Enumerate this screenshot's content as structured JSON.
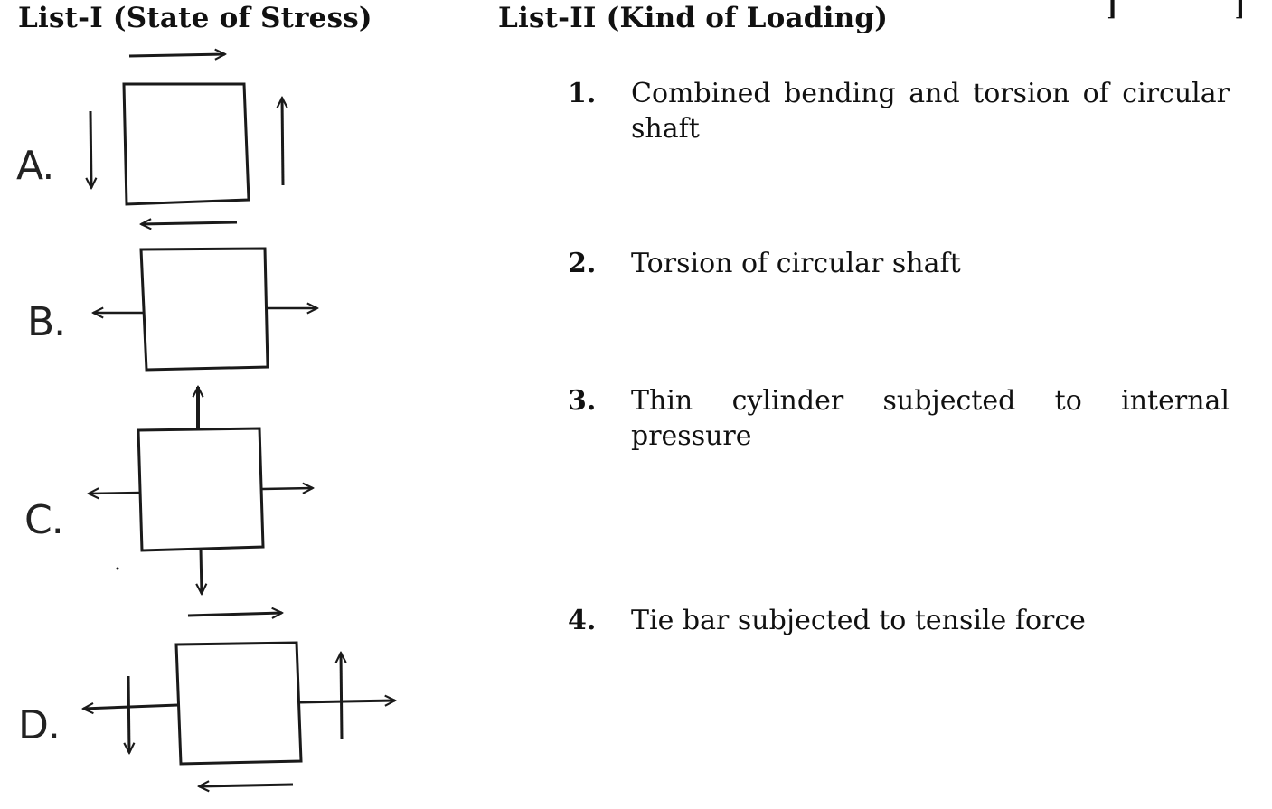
{
  "list1": {
    "heading": "List-I (State of Stress)",
    "rows": [
      {
        "label": "A.",
        "state": "pure-shear"
      },
      {
        "label": "B.",
        "state": "uniaxial-tension"
      },
      {
        "label": "C.",
        "state": "biaxial-tension"
      },
      {
        "label": "D.",
        "state": "tension-with-shear"
      }
    ]
  },
  "list2": {
    "heading": "List-II (Kind of Loading)",
    "items": [
      {
        "num": "1.",
        "text": "Combined bending and torsion of circular shaft"
      },
      {
        "num": "2.",
        "text": "Torsion of circular shaft"
      },
      {
        "num": "3.",
        "text": "Thin cylinder subjected to internal pressure"
      },
      {
        "num": "4.",
        "text": "Tie bar subjected to tensile force"
      }
    ]
  },
  "colors": {
    "text": "#111111",
    "ink": "#1a1a1a",
    "background": "#ffffff"
  },
  "icons": [
    "arrow-right-icon",
    "arrow-left-icon",
    "arrow-up-icon",
    "arrow-down-icon",
    "bracket-icon"
  ]
}
